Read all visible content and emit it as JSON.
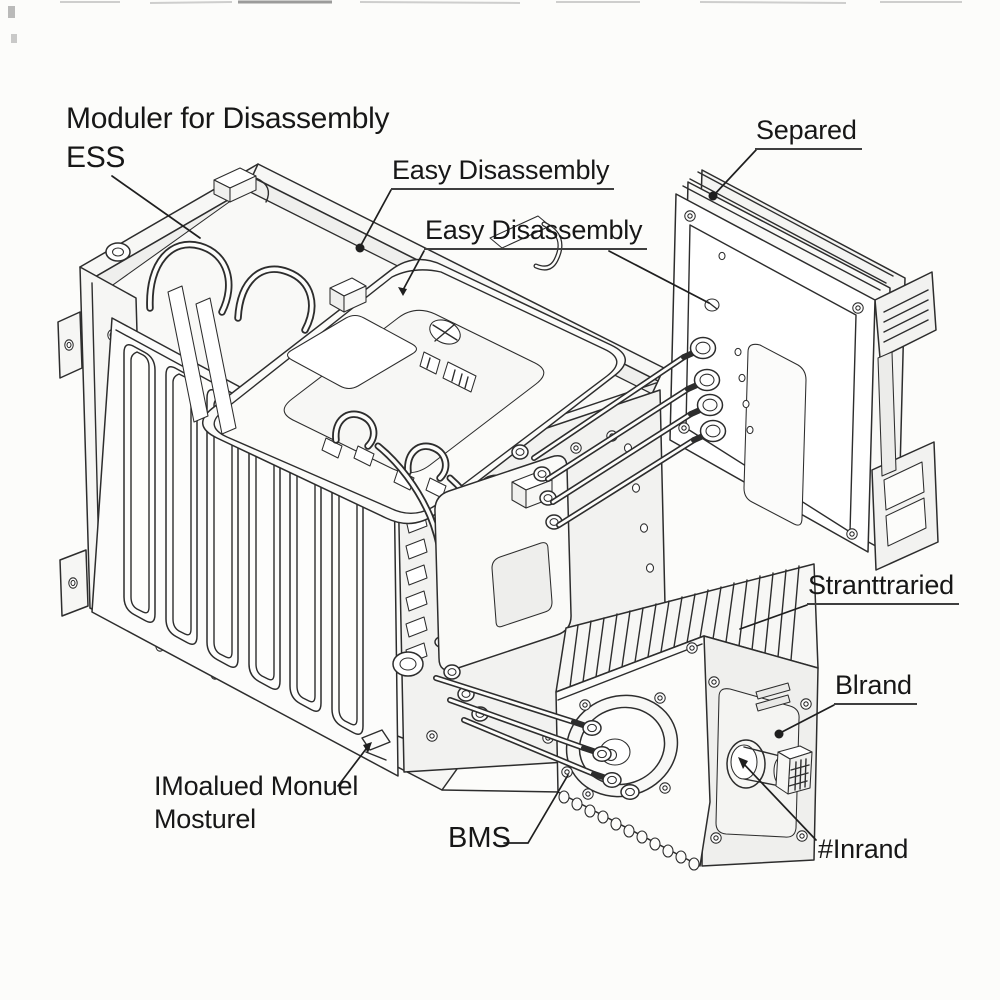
{
  "annotations": {
    "title": "Moduler for Disassembly",
    "subtitle": "ESS",
    "easy_disassembly_top": "Easy Disassembly",
    "easy_disassembly_cover": "Easy Disassembly",
    "separated_panel": "Separed",
    "heatsink": "Stranttraried",
    "inverter_face": "Blrand",
    "bms": "BMS",
    "shaft_connector": "#Inrand",
    "module_note_line1": "IMoalued Monuel",
    "module_note_line2": "Mosturel"
  },
  "diagram": {
    "type": "isometric-technical-line-drawing",
    "components": [
      "battery-module-frame",
      "battery-cell-slots",
      "top-cover",
      "busbars",
      "bms-unit",
      "separated-side-panel",
      "panel-terminals",
      "connection-cables",
      "motor-inverter-unit",
      "heatsink-fins",
      "motor-shaft-connector"
    ]
  },
  "colors": {
    "background": "#fcfcfa",
    "line_ink": "#2d2d2d",
    "label_text": "#171717",
    "leader": "#1f1f1f"
  }
}
